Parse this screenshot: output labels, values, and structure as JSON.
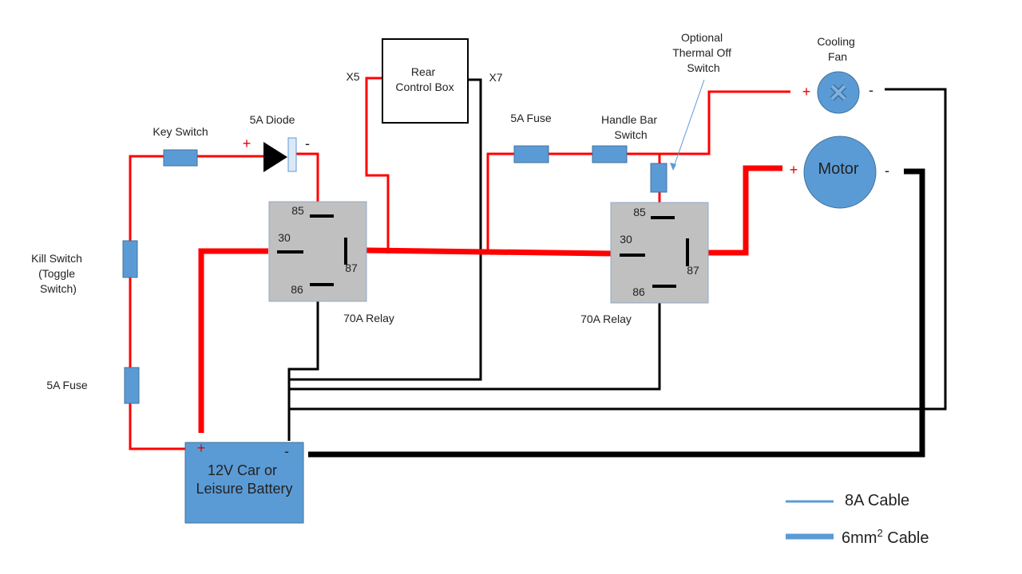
{
  "colors": {
    "red_wire": "#ff0000",
    "black_wire": "#000000",
    "component_blue": "#5b9bd5",
    "relay_grey": "#c0c0c0"
  },
  "labels": {
    "key_switch": "Key Switch",
    "diode": "5A Diode",
    "kill_switch": [
      "Kill Switch",
      "(Toggle",
      "Switch)"
    ],
    "fuse_left": "5A Fuse",
    "fuse_top": "5A Fuse",
    "handle_bar_switch": [
      "Handle Bar",
      "Switch"
    ],
    "thermal_switch": [
      "Optional",
      "Thermal Off",
      "Switch"
    ],
    "cooling_fan": [
      "Cooling",
      "Fan"
    ],
    "motor": "Motor",
    "rear_control_box": [
      "Rear",
      "Control Box"
    ],
    "x5": "X5",
    "x7": "X7",
    "relay_left": "70A Relay",
    "relay_right": "70A Relay",
    "battery": [
      "12V  Car  or",
      "Leisure Battery"
    ]
  },
  "relay_pins": {
    "p85": "85",
    "p30": "30",
    "p87": "87",
    "p86": "86"
  },
  "polarity": {
    "plus": "+",
    "minus": "-"
  },
  "legend": {
    "thin": "8A Cable",
    "thick_prefix": "6mm",
    "thick_sup": "2",
    "thick_suffix": " Cable"
  }
}
